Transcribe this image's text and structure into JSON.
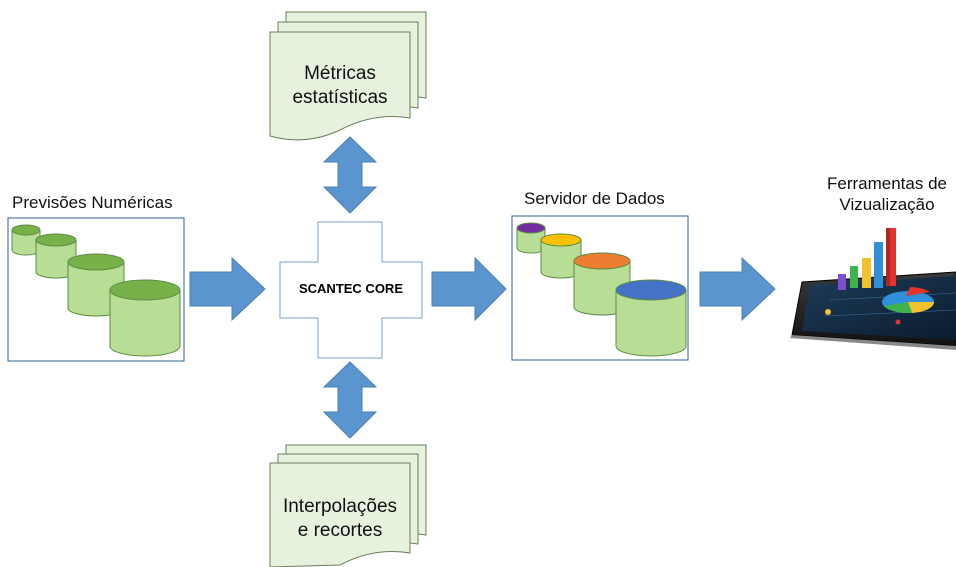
{
  "previsoes": {
    "title": "Previsões Numéricas"
  },
  "servidor": {
    "title": "Servidor de Dados"
  },
  "ferramentas": {
    "title_line1": "Ferramentas de",
    "title_line2": "Vizualização"
  },
  "metricas": {
    "line1": "Métricas",
    "line2": "estatísticas"
  },
  "interpolacoes": {
    "line1": "Interpolações",
    "line2": "e recortes"
  },
  "core": {
    "label": "SCANTEC CORE"
  },
  "colors": {
    "cylinder_body": "#b7de94",
    "cylinder_top_green": "#77b14a",
    "doc_fill": "#e6f2de",
    "arrow": "#5a95d0",
    "lid_purple": "#7030a0",
    "lid_yellow": "#ffc000",
    "lid_orange": "#ed7d31",
    "lid_blue": "#4472c4"
  }
}
